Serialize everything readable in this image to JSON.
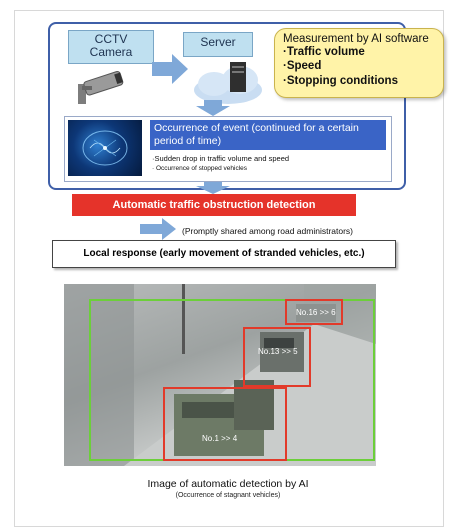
{
  "flow": {
    "cctv_label": "CCTV\nCamera",
    "cctv_line1": "CCTV",
    "cctv_line2": "Camera",
    "server_label": "Server",
    "measurement": {
      "title": "Measurement by AI software",
      "items": [
        "·Traffic volume",
        "·Speed",
        "·Stopping   conditions"
      ]
    },
    "event": {
      "title": "Occurrence of event (continued for a certain period of time)",
      "lines": [
        "·Sudden drop in traffic volume and speed",
        "· Occurrence of stopped vehicles"
      ]
    },
    "detection_label": "Automatic traffic obstruction detection",
    "shared_note": "(Promptly shared among road administrators)",
    "local_response": "Local response (early movement of stranded vehicles, etc.)"
  },
  "photo": {
    "detections": [
      "No.16 >> 6",
      "No.13 >> 5",
      "No.1 >> 4"
    ],
    "colors": {
      "vehicle_box": "#e23a2a",
      "zone_box": "#6ccf3a",
      "brace_box": "#e23a2a"
    }
  },
  "caption": {
    "main": "Image of automatic detection by AI",
    "sub": "(Occurrence of stagnant vehicles)"
  },
  "colors": {
    "panel_border": "#3f5fa8",
    "tab_fill": "#bfe0f0",
    "measure_fill": "#fff3a8",
    "event_title_fill": "#3a64c6",
    "alert_red": "#e5332a",
    "arrow_blue": "#7fa8d8"
  }
}
